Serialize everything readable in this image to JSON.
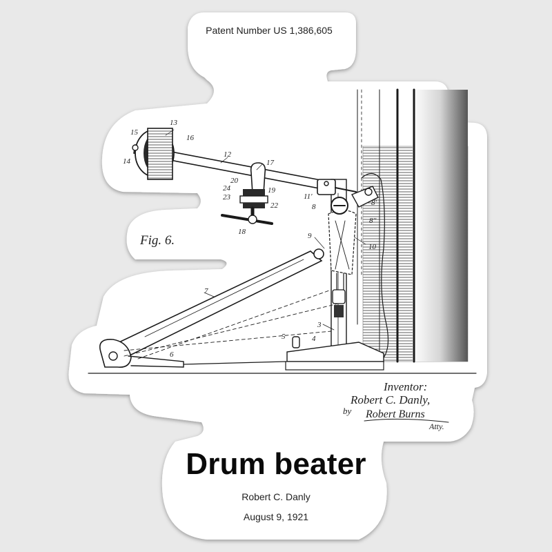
{
  "patent_number": "Patent Number US 1,386,605",
  "title": "Drum beater",
  "inventor": "Robert C. Danly",
  "date": "August 9, 1921",
  "drawing": {
    "figure_label": "Fig. 6.",
    "inventor_label": "Inventor:",
    "inventor_signature": "Robert C. Danly,",
    "by_label": "by",
    "attorney_signature": "Robert Burns",
    "attorney_label": "Atty."
  },
  "part_numbers": [
    "13",
    "15",
    "16",
    "14",
    "12",
    "17",
    "20",
    "24",
    "19",
    "23",
    "22",
    "18",
    "11'",
    "8",
    "8'",
    "8''",
    "9",
    "10",
    "7",
    "3",
    "5",
    "4",
    "6"
  ],
  "colors": {
    "background": "#e9e9e9",
    "sticker": "#ffffff",
    "ink": "#1a1a1a"
  }
}
